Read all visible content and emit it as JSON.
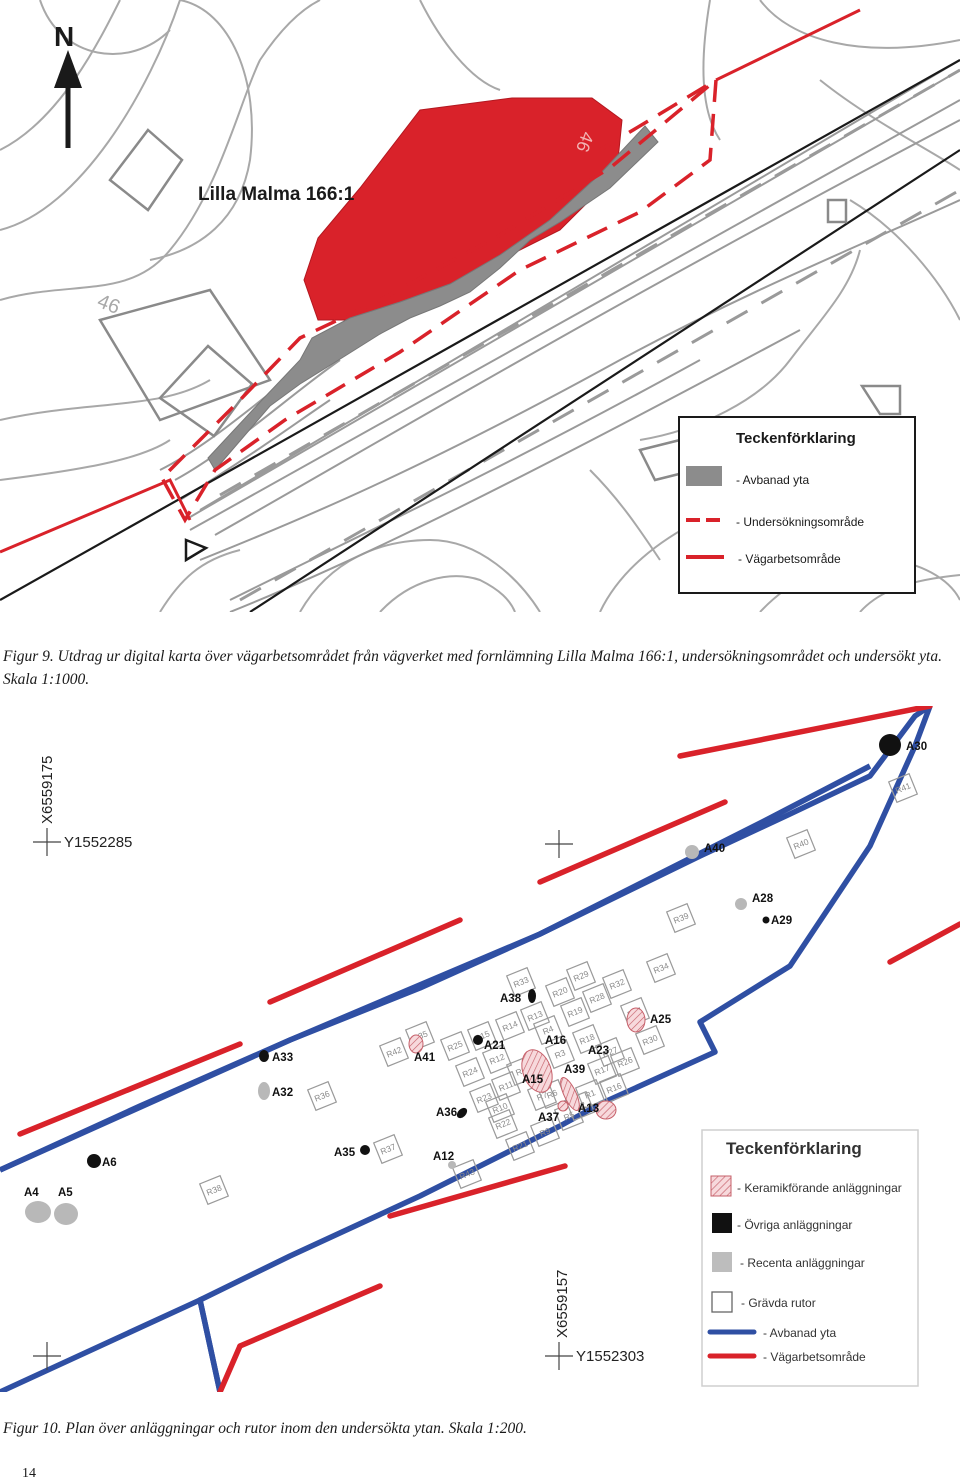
{
  "figure9": {
    "site_label": "Lilla Malma 166:1",
    "north": "N",
    "contour_labels": [
      "46",
      "46"
    ],
    "legend": {
      "title": "Teckenförklaring",
      "items": [
        {
          "label": "- Avbanad yta",
          "color": "#8c8c8c"
        },
        {
          "label": "- Undersökningsområde",
          "color": "#d9222a"
        },
        {
          "label": "- Vägarbetsområde",
          "color": "#d9222a"
        }
      ]
    },
    "caption": "Figur 9. Utdrag ur digital karta över vägarbetsområdet från vägverket med fornlämning Lilla Malma 166:1, undersökningsområdet och undersökt yta. Skala 1:1000."
  },
  "figure10": {
    "coordinates": {
      "x_top": "X6559175",
      "y_top": "Y1552285",
      "x_bottom": "X6559157",
      "y_bottom": "Y1552303"
    },
    "features_black": [
      "A30",
      "A21",
      "A38",
      "A33",
      "A6",
      "A35",
      "A36",
      "A29"
    ],
    "features_gray": [
      "A40",
      "A28",
      "A32",
      "A12",
      "A4",
      "A5"
    ],
    "features_ceramic": [
      "A15",
      "A39",
      "A13",
      "A25",
      "A16",
      "A23",
      "A37",
      "A41"
    ],
    "squares": [
      "R33",
      "R29",
      "R32",
      "R34",
      "R20",
      "R28",
      "R31",
      "R13",
      "R19",
      "R14",
      "R15",
      "R4",
      "R18",
      "R27",
      "R25",
      "R12",
      "R3",
      "R26",
      "R30",
      "R24",
      "R8",
      "R7",
      "R17",
      "R11",
      "R16",
      "R23",
      "R10",
      "R6",
      "R1",
      "R22",
      "R5",
      "R2",
      "R9",
      "R21",
      "R43",
      "R35",
      "R42",
      "R36",
      "R37",
      "R38",
      "R39",
      "R40",
      "R41"
    ],
    "legend": {
      "title": "Teckenförklaring",
      "items": [
        {
          "label": "- Keramikförande anläggningar"
        },
        {
          "label": "- Övriga anläggningar"
        },
        {
          "label": "- Recenta anläggningar"
        },
        {
          "label": "- Grävda rutor"
        },
        {
          "label": "- Avbanad yta",
          "color": "#2f4fa3"
        },
        {
          "label": "- Vägarbetsområde",
          "color": "#d9222a"
        }
      ]
    },
    "caption": "Figur 10. Plan över anläggningar och rutor inom den undersökta ytan. Skala 1:200."
  },
  "page_number": "14"
}
